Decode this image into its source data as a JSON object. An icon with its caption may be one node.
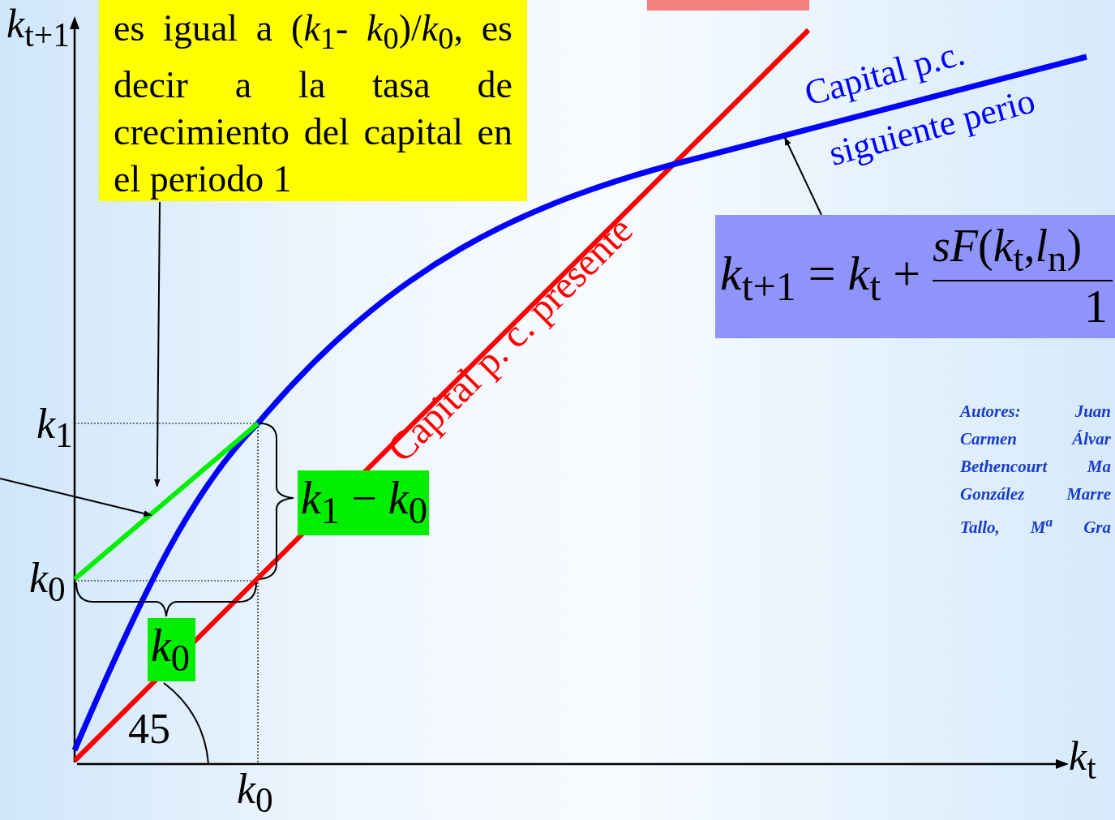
{
  "diagram": {
    "nodes": [
      {
        "text": [
          "es igual a (*k*$_{1}$- *k*$_{0}$)/*k*$_{0}$, es decir a la tasa de crecimiento del capital en el periodo 1"
        ]
      },
      {
        "text": [],
        "shape": "line"
      },
      {
        "text": [],
        "shape": "box"
      },
      {
        "text": [
          "*k*$_{t+1}$ = *k*$_{t}$ +",
          "*sF*(*k*$_{t}$,*l*$_{n}$)",
          "1"
        ]
      },
      {
        "text": [
          "*k*$_{1}$ − *k*$_{0}$"
        ]
      },
      {
        "text": [
          "*k*$_{0}$"
        ]
      }
    ],
    "edges": [
      {
        "from": 0,
        "to": 1,
        "arrow": "to"
      },
      {
        "from": null,
        "to": 1,
        "arrow": "to"
      },
      {
        "from": 3,
        "to": null,
        "arrow": "to"
      }
    ],
    "labels": [
      "*k*$_{t+1}$",
      "*k*$_{1}$",
      "*k*$_{0}$",
      "45",
      "*k*$_{0}$",
      "*k*$_{t}$",
      "Capital p. c. presente",
      "Capital p.c.",
      "siguiente perio",
      "Autores: Juan Carmen Álvar Bethencourt Ma González Marre Tallo, M$^{a}$ Gra"
    ]
  }
}
